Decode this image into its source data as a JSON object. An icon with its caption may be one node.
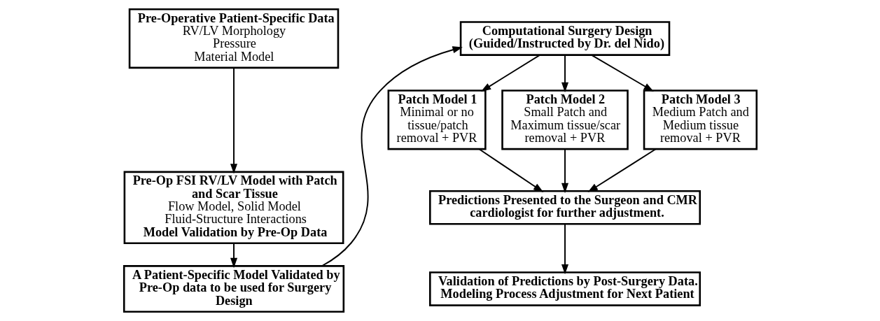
{
  "diagram": {
    "nodes": [
      {
        "text": [
          "Pre-Operative Patient-Specific Data",
          "RV/LV Morphology",
          "Pressure",
          "Material Model"
        ]
      },
      {
        "text": [
          "Pre-Op FSI RV/LV Model with Patch and Scar Tissue",
          "Flow Model, Solid Model",
          "Fluid-Structure Interactions",
          "Model Validation by Pre-Op Data"
        ]
      },
      {
        "text": [
          "A Patient-Specific Model Validated by Pre-Op data to be used for Surgery Design"
        ]
      },
      {
        "text": [
          "Computational Surgery Design (Guided/Instructed by Dr. del Nido)"
        ]
      },
      {
        "text": [
          "Patch Model 1",
          "Minimal or no tissue/patch removal + PVR"
        ]
      },
      {
        "text": [
          "Patch Model 2",
          "Small Patch and Maximum tissue/scar removal + PVR"
        ]
      },
      {
        "text": [
          "Patch Model 3",
          "Medium Patch and Medium tissue removal + PVR"
        ]
      },
      {
        "text": [
          "Predictions Presented to the Surgeon and CMR cardiologist for further adjustment."
        ]
      },
      {
        "text": [
          "Validation of Predictions by Post-Surgery Data. Modeling Process Adjustment for Next Patient"
        ]
      }
    ],
    "edges": [
      {
        "from": 0,
        "to": 1,
        "arrow": "to"
      },
      {
        "from": 1,
        "to": 2,
        "arrow": "to"
      },
      {
        "from": 2,
        "to": 3,
        "arrow": "to"
      },
      {
        "from": 3,
        "to": 4,
        "arrow": "to"
      },
      {
        "from": 3,
        "to": 5,
        "arrow": "to"
      },
      {
        "from": 3,
        "to": 6,
        "arrow": "to"
      },
      {
        "from": 4,
        "to": 7,
        "arrow": "to"
      },
      {
        "from": 5,
        "to": 7,
        "arrow": "to"
      },
      {
        "from": 6,
        "to": 7,
        "arrow": "to"
      },
      {
        "from": 7,
        "to": 8,
        "arrow": "to"
      }
    ]
  }
}
